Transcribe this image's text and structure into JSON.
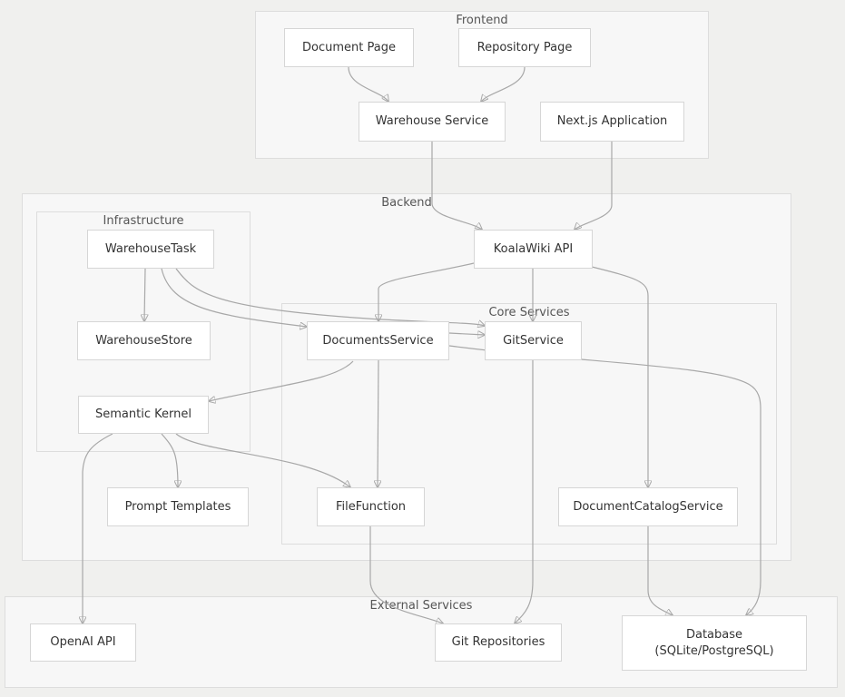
{
  "colors": {
    "background": "#f0f0ee",
    "group_fill": "#f7f7f7",
    "group_border": "#dddddd",
    "node_fill": "#ffffff",
    "node_border": "#d6d6d6",
    "edge": "#a8a8a8",
    "text": "#333333"
  },
  "groups": {
    "frontend": "Frontend",
    "backend": "Backend",
    "infrastructure": "Infrastructure",
    "core_services": "Core Services",
    "external_services": "External Services"
  },
  "nodes": {
    "document_page": "Document Page",
    "repository_page": "Repository Page",
    "warehouse_service": "Warehouse Service",
    "nextjs_application": "Next.js Application",
    "koalawiki_api": "KoalaWiki API",
    "warehouse_task": "WarehouseTask",
    "warehouse_store": "WarehouseStore",
    "semantic_kernel": "Semantic Kernel",
    "prompt_templates": "Prompt Templates",
    "documents_service": "DocumentsService",
    "git_service": "GitService",
    "file_function": "FileFunction",
    "document_catalog_service": "DocumentCatalogService",
    "openai_api": "OpenAI API",
    "git_repositories": "Git Repositories",
    "database": "Database\n(SQLite/PostgreSQL)"
  },
  "edges": [
    {
      "from": "Document Page",
      "to": "Warehouse Service"
    },
    {
      "from": "Repository Page",
      "to": "Warehouse Service"
    },
    {
      "from": "Warehouse Service",
      "to": "KoalaWiki API"
    },
    {
      "from": "Next.js Application",
      "to": "KoalaWiki API"
    },
    {
      "from": "KoalaWiki API",
      "to": "DocumentsService"
    },
    {
      "from": "KoalaWiki API",
      "to": "GitService"
    },
    {
      "from": "KoalaWiki API",
      "to": "DocumentCatalogService"
    },
    {
      "from": "WarehouseTask",
      "to": "WarehouseStore"
    },
    {
      "from": "WarehouseTask",
      "to": "DocumentsService"
    },
    {
      "from": "WarehouseTask",
      "to": "GitService"
    },
    {
      "from": "DocumentsService",
      "to": "GitService"
    },
    {
      "from": "DocumentsService",
      "to": "Semantic Kernel"
    },
    {
      "from": "DocumentsService",
      "to": "FileFunction"
    },
    {
      "from": "DocumentsService",
      "to": "Database\n(SQLite/PostgreSQL)"
    },
    {
      "from": "Semantic Kernel",
      "to": "Prompt Templates"
    },
    {
      "from": "Semantic Kernel",
      "to": "FileFunction"
    },
    {
      "from": "Semantic Kernel",
      "to": "OpenAI API"
    },
    {
      "from": "GitService",
      "to": "Git Repositories"
    },
    {
      "from": "FileFunction",
      "to": "Git Repositories"
    },
    {
      "from": "DocumentCatalogService",
      "to": "Database\n(SQLite/PostgreSQL)"
    }
  ]
}
